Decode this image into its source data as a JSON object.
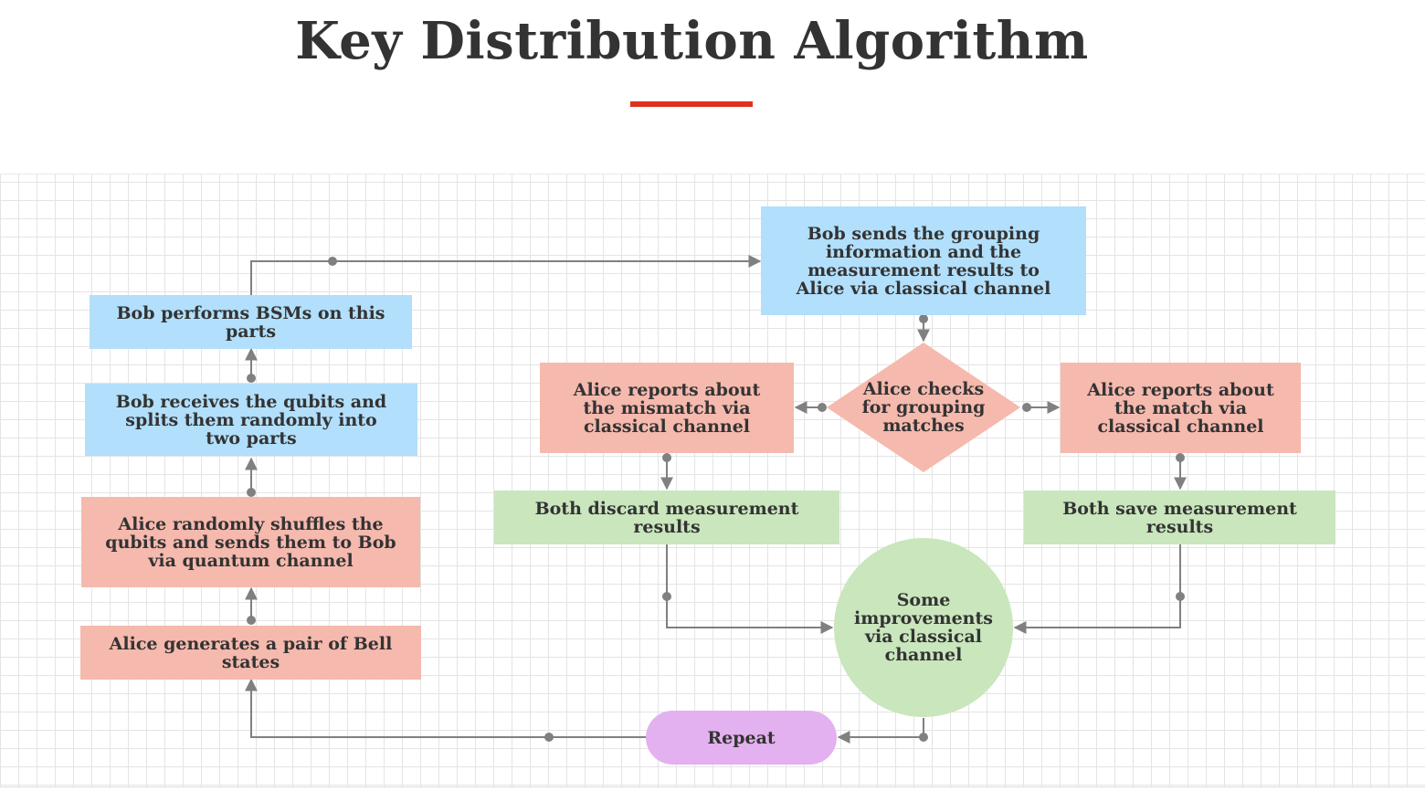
{
  "title": "Key Distribution Algorithm",
  "nodes": {
    "bob_bsm": "Bob performs BSMs on this parts",
    "bob_receives": "Bob receives the qubits and splits them randomly into two parts",
    "alice_shuffles": "Alice randomly shuffles the qubits and sends them to Bob via quantum channel",
    "alice_generates": "Alice generates a pair of Bell states",
    "bob_sends": "Bob sends the grouping information and the measurement results to Alice via classical channel",
    "alice_checks": "Alice checks for grouping matches",
    "alice_mismatch": "Alice reports about the mismatch via classical channel",
    "alice_match": "Alice reports about the match via classical channel",
    "both_discard": "Both discard measurement results",
    "both_save": "Both save measurement results",
    "improvements": "Some improvements via classical channel",
    "repeat": "Repeat"
  },
  "colors": {
    "title_text": "#333333",
    "title_underline": "#e0301e",
    "blue_node": "#b2dffb",
    "red_node": "#f5b9ae",
    "green_node": "#c9e6bd",
    "purple_node": "#e3b1ef",
    "connector": "#808080"
  }
}
